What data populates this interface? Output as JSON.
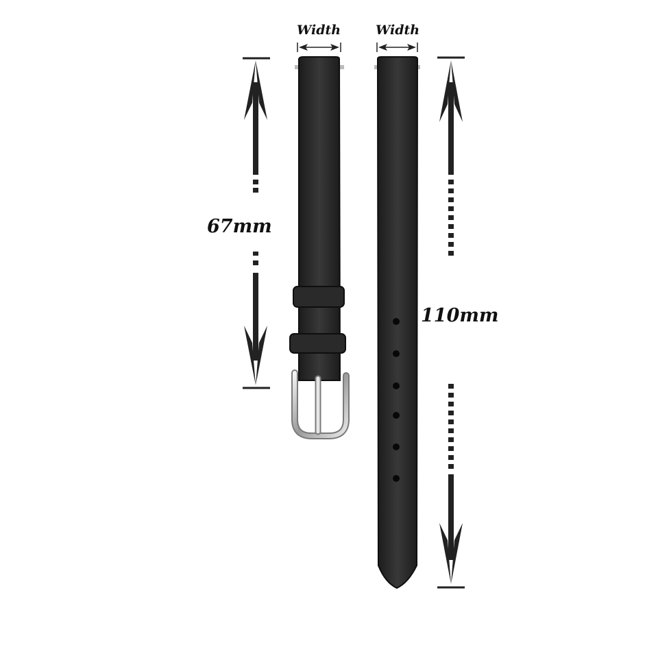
{
  "labels": {
    "width_buckle_strap": "Width",
    "width_long_strap": "Width",
    "length_buckle_strap": "67mm",
    "length_long_strap": "110mm"
  },
  "colors": {
    "strap": "#2e2e2e",
    "strap_edge": "#111111",
    "arrow": "#222222",
    "buckle": "#d9d9d9",
    "background": "#ffffff"
  },
  "buckle_strap_keeper_count": 2,
  "long_strap_hole_count": 6
}
